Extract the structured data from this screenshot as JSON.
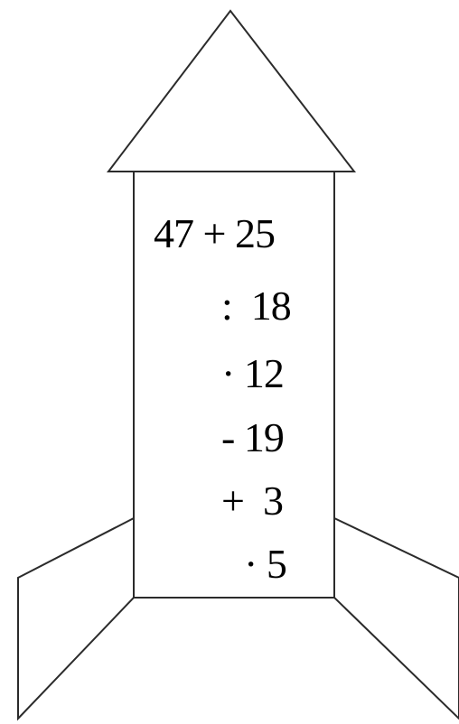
{
  "rocket": {
    "colors": {
      "stroke": "#2b2b2b",
      "fill": "#ffffff",
      "text": "#000000"
    },
    "expression": {
      "start": "47 + 25",
      "step1": ":  18",
      "step2": "· 12",
      "step3": "- 19",
      "step4": "+  3",
      "step5": "· 5"
    }
  }
}
